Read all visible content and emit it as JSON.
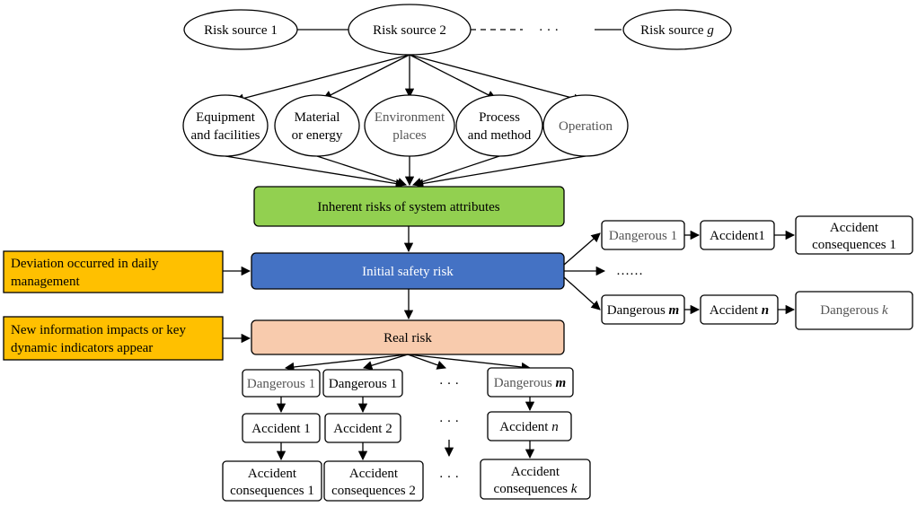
{
  "risk_sources": [
    {
      "label": "Risk source 1"
    },
    {
      "label": "Risk source 2"
    },
    {
      "label": "Risk source",
      "suffix": "g"
    }
  ],
  "ellipsis": "· · ·",
  "attributes": [
    {
      "lines": [
        "Equipment",
        "and facilities"
      ]
    },
    {
      "lines": [
        "Material",
        "or energy"
      ]
    },
    {
      "lines": [
        "Environment",
        "places"
      ]
    },
    {
      "lines": [
        "Process",
        "and method"
      ]
    },
    {
      "lines": [
        "Operation"
      ]
    }
  ],
  "inherent": "Inherent risks of system attributes",
  "initial": "Initial safety risk",
  "real": "Real risk",
  "side_inputs": {
    "deviation": [
      "Deviation occurred in daily",
      "management"
    ],
    "new_info": [
      "New information impacts or key",
      "dynamic indicators appear"
    ]
  },
  "right_branch": {
    "row1": {
      "dangerous": "Dangerous 1",
      "accident": "Accident1",
      "consequence": [
        "Accident",
        "consequences 1"
      ]
    },
    "dots": "……",
    "row2": {
      "dangerous": "Dangerous",
      "dangerous_var": "m",
      "accident": "Accident",
      "accident_var": "n",
      "consequence": "Dangerous",
      "consequence_var": "k"
    }
  },
  "bottom_columns": [
    {
      "dangerous": "Dangerous 1",
      "accident": "Accident 1",
      "consequence": [
        "Accident",
        "consequences 1"
      ]
    },
    {
      "dangerous": "Dangerous 1",
      "accident": "Accident 2",
      "consequence": [
        "Accident",
        "consequences 2"
      ]
    },
    {
      "dangerous": "Dangerous",
      "dangerous_var": "m",
      "accident": "Accident",
      "accident_var": "n",
      "consequence": [
        "Accident",
        "consequences"
      ],
      "consequence_var": "k"
    }
  ],
  "vdots": "· · ·",
  "colors": {
    "inherent_fill": "#92d050",
    "initial_fill": "#4472c4",
    "real_fill": "#f8cbad",
    "side_fill": "#ffc000"
  }
}
